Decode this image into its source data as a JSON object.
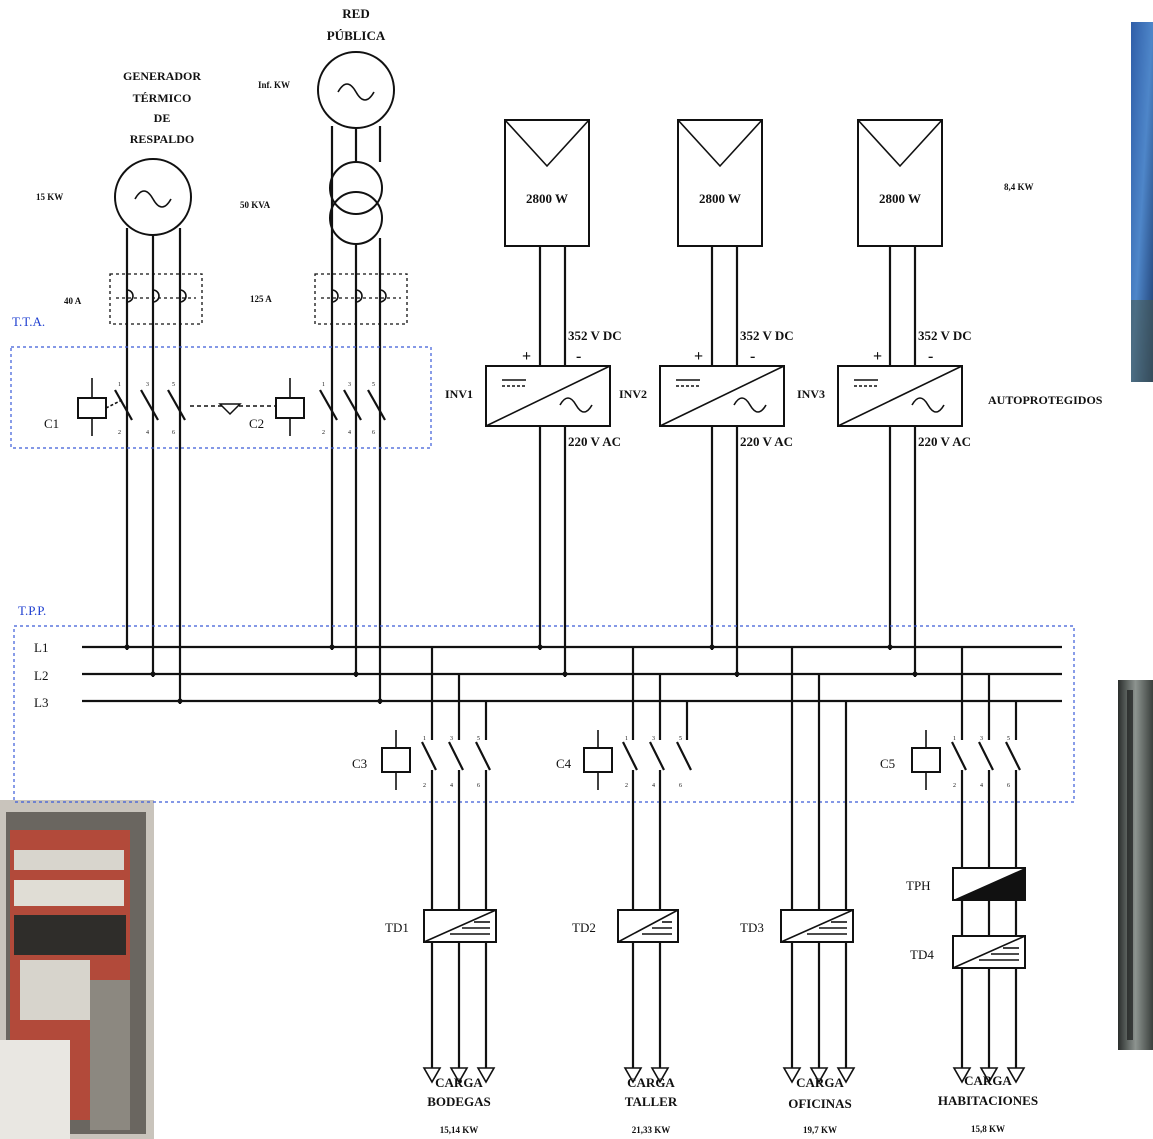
{
  "sources": {
    "red_publica": {
      "title_line1": "RED",
      "title_line2": "PÚBLICA",
      "power": "Inf. KW",
      "transformer": "50 KVA",
      "breaker": "125 A"
    },
    "generador": {
      "line1": "GENERADOR",
      "line2": "TÉRMICO",
      "line3": "DE",
      "line4": "RESPALDO",
      "power": "15 KW",
      "breaker": "40 A"
    }
  },
  "pv": {
    "panels": [
      "2800 W",
      "2800 W",
      "2800 W"
    ],
    "total": "8,4 KW",
    "dc_voltage": "352 V DC",
    "ac_voltage": "220 V AC",
    "plus": "+",
    "minus": "-",
    "inverters": [
      "INV1",
      "INV2",
      "INV3"
    ],
    "note": "AUTOPROTEGIDOS"
  },
  "tta": {
    "label": "T.T.A.",
    "c1": "C1",
    "c2": "C2"
  },
  "tpp": {
    "label": "T.P.P.",
    "lines": [
      "L1",
      "L2",
      "L3"
    ],
    "contactors": [
      "C3",
      "C4",
      "C5"
    ]
  },
  "terminals": {
    "top": [
      "1",
      "3",
      "5"
    ],
    "bottom": [
      "2",
      "4",
      "6"
    ]
  },
  "transformers": {
    "td": [
      "TD1",
      "TD2",
      "TD3",
      "TD4"
    ],
    "tph": "TPH"
  },
  "loads": [
    {
      "line1": "CARGA",
      "line2": "BODEGAS",
      "kw": "15,14 KW"
    },
    {
      "line1": "CARGA",
      "line2": "TALLER",
      "kw": "21,33 KW"
    },
    {
      "line1": "CARGA",
      "line2": "OFICINAS",
      "kw": "19,7 KW"
    },
    {
      "line1": "CARGA",
      "line2": "HABITACIONES",
      "kw": "15,8 KW"
    }
  ]
}
